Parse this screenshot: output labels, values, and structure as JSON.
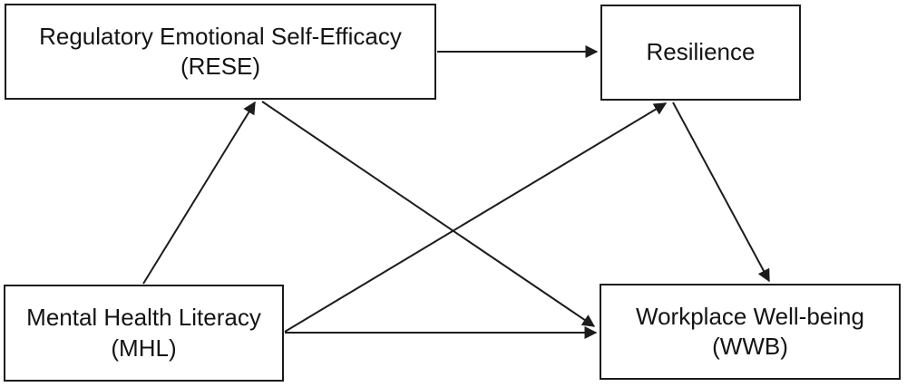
{
  "diagram": {
    "type": "path-model",
    "nodes": {
      "rese": {
        "line1": "Regulatory Emotional Self-Efficacy",
        "line2": "(RESE)"
      },
      "resilience": {
        "line1": "Resilience"
      },
      "mhl": {
        "line1": "Mental Health Literacy",
        "line2": "(MHL)"
      },
      "wwb": {
        "line1": "Workplace Well-being",
        "line2": "(WWB)"
      }
    },
    "edges": [
      {
        "from": "Mental Health Literacy (MHL)",
        "to": "Regulatory Emotional Self-Efficacy (RESE)"
      },
      {
        "from": "Mental Health Literacy (MHL)",
        "to": "Resilience"
      },
      {
        "from": "Mental Health Literacy (MHL)",
        "to": "Workplace Well-being (WWB)"
      },
      {
        "from": "Regulatory Emotional Self-Efficacy (RESE)",
        "to": "Resilience"
      },
      {
        "from": "Regulatory Emotional Self-Efficacy (RESE)",
        "to": "Workplace Well-being (WWB)"
      },
      {
        "from": "Resilience",
        "to": "Workplace Well-being (WWB)"
      }
    ],
    "colors": {
      "line": "#1c1c1c",
      "text": "#141414",
      "background": "#ffffff",
      "box_fill": "#ffffff"
    }
  }
}
